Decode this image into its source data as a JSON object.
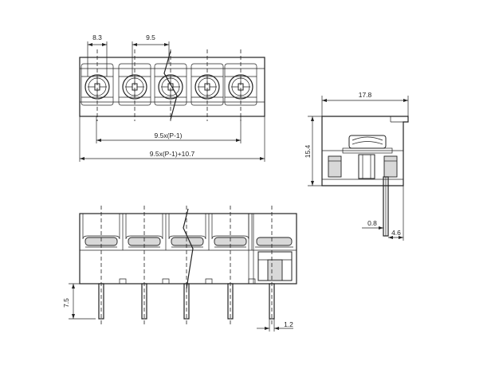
{
  "dimensions": {
    "pitch_edge": "8.3",
    "pitch": "9.5",
    "inner_span": "9.5x(P-1)",
    "overall_width": "9.5x(P-1)+10.7",
    "side_width": "17.8",
    "side_height": "15.4",
    "pin_offset": "0.8",
    "pin_distance": "4.6",
    "pin_length": "7.5",
    "pin_width": "1.2"
  }
}
